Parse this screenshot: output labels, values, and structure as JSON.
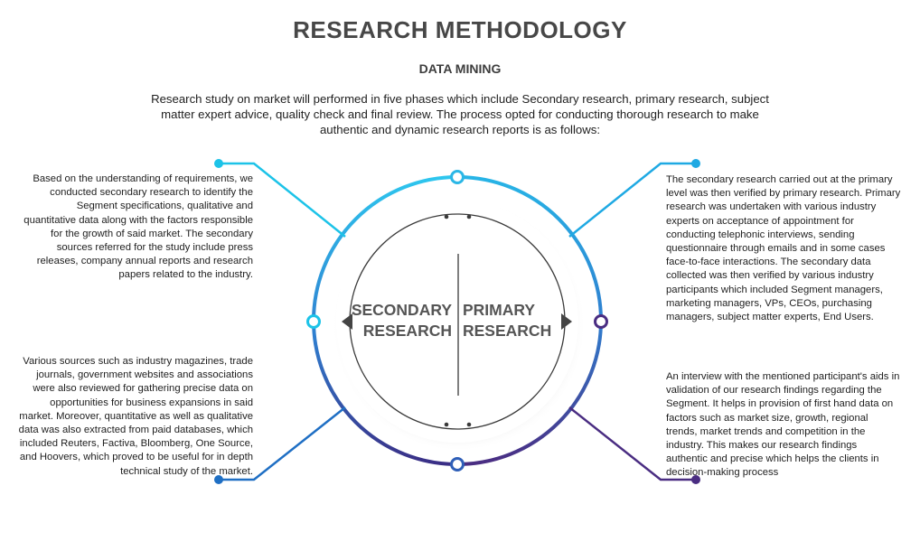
{
  "title": "RESEARCH METHODOLOGY",
  "subtitle": "DATA MINING",
  "intro": "Research study on market will performed in five phases which include Secondary research, primary research, subject matter expert advice, quality check and final review. The process opted for conducting thorough research to make authentic and dynamic research reports is as follows:",
  "center": {
    "secondary_line1": "SECONDARY",
    "secondary_line2": "RESEARCH",
    "primary_line1": "PRIMARY",
    "primary_line2": "RESEARCH"
  },
  "paragraphs": {
    "top_left": "Based on the understanding of requirements, we conducted secondary research to identify the Segment specifications, qualitative and quantitative data along with the factors responsible for the growth of said market. The secondary sources referred for the study include press releases, company annual reports and research papers related to the industry.",
    "bottom_left": "Various sources such as industry magazines, trade journals, government websites and associations were also reviewed for gathering precise data on opportunities for business expansions in said market. Moreover, quantitative as well as qualitative data was also extracted from paid databases, which included Reuters, Factiva, Bloomberg, One Source, and Hoovers, which proved to be useful for in depth technical study of the market.",
    "top_right": "The secondary research carried out at the primary level was then verified by primary research. Primary research was undertaken with various industry experts on acceptance of appointment for conducting telephonic interviews, sending questionnaire through emails and in some cases face-to-face interactions. The secondary data collected was then verified by various industry participants which included Segment managers, marketing managers, VPs, CEOs, purchasing managers, subject matter experts, End Users.",
    "bottom_right": "An interview with the mentioned participant's aids in validation of our research findings regarding the Segment. It helps in provision of first hand data on factors such as market size, growth, regional trends, market trends and competition in the industry. This makes our research findings authentic and precise which helps the clients in decision-making process"
  },
  "colors": {
    "cyan": "#1cc3e8",
    "blue": "#1f6fc4",
    "purple": "#4a2d82",
    "ring_top": "#2bb7e6",
    "ring_bottom": "#3b3f8f",
    "text_gray": "#555555"
  }
}
